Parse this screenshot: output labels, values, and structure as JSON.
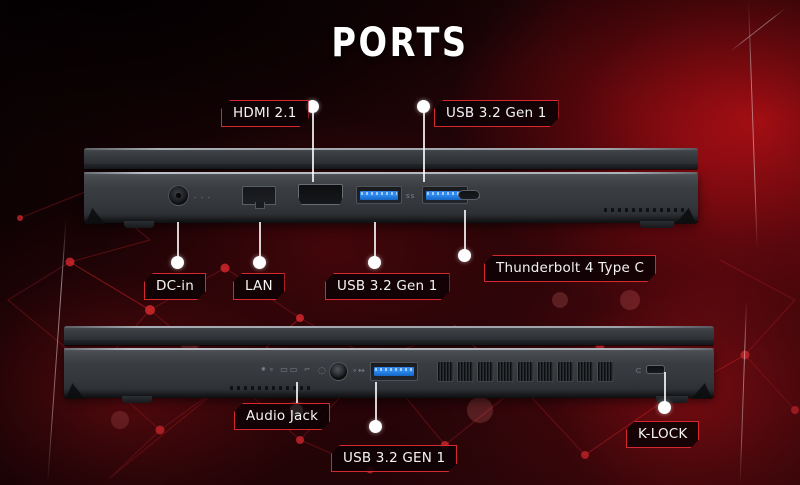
{
  "title": "PORTS",
  "colors": {
    "accent_red": "#e02a30",
    "tag_bg": "#0e0204",
    "text": "#f4f4f4",
    "usb_blue": "#2f8ff5",
    "background_dark": "#140204",
    "background_red": "#be1016"
  },
  "laptops": [
    {
      "name": "top-laptop",
      "description": "left side profile"
    },
    {
      "name": "bottom-laptop",
      "description": "right side profile"
    }
  ],
  "callouts": {
    "top_row": [
      {
        "id": "hdmi",
        "label": "HDMI 2.1",
        "side": "above"
      },
      {
        "id": "usb1",
        "label": "USB 3.2 Gen 1",
        "side": "above"
      }
    ],
    "bottom_row": [
      {
        "id": "dcin",
        "label": "DC-in",
        "side": "below"
      },
      {
        "id": "lan",
        "label": "LAN",
        "side": "below"
      },
      {
        "id": "usb2",
        "label": "USB 3.2 Gen 1",
        "side": "below"
      },
      {
        "id": "thunderbolt",
        "label": "Thunderbolt 4 Type C",
        "side": "below"
      }
    ],
    "lower_laptop": [
      {
        "id": "audio",
        "label": "Audio Jack",
        "side": "below"
      },
      {
        "id": "usb3",
        "label": "USB 3.2 GEN 1",
        "side": "below"
      },
      {
        "id": "klock",
        "label": "K-LOCK",
        "side": "below"
      }
    ]
  },
  "port_icons": {
    "dc_in": "power-port-icon",
    "lan": "ethernet-port-icon",
    "hdmi": "hdmi-port-icon",
    "usb_a_1": "usb-a-port-icon",
    "usb_a_2": "usb-a-port-icon",
    "usb_c": "usb-c-port-icon",
    "audio_jack": "audio-jack-icon",
    "usb_a_3": "usb-a-port-icon",
    "k_lock": "kensington-lock-icon",
    "vents": "exhaust-vent-icon"
  },
  "markings": {
    "audio_side": "mic-headphone-icons",
    "usb_side": "usb-trident-icon"
  }
}
